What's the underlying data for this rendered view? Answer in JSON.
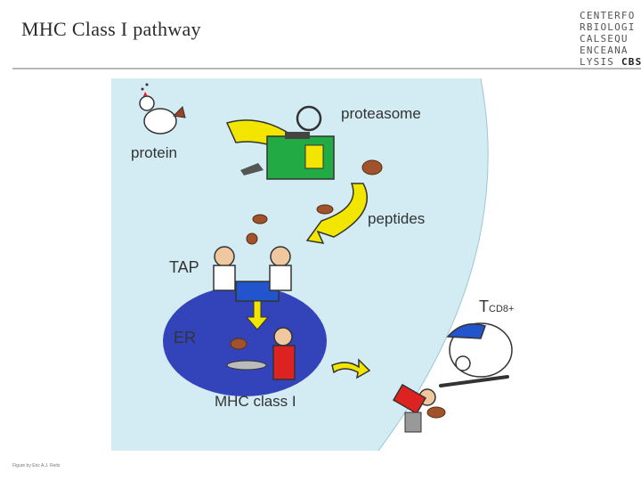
{
  "slide": {
    "title": "MHC Class I pathway",
    "credit": "Figure by Eric A.J. Reits"
  },
  "logo": {
    "rows": [
      "CENTERFO",
      "RBIOLOGI",
      "CALSEQU",
      "ENCEANA",
      "LYSIS"
    ],
    "abbreviation": "CBS"
  },
  "diagram": {
    "labels": {
      "proteasome": "proteasome",
      "protein": "protein",
      "peptides": "peptides",
      "tap": "TAP",
      "er": "ER",
      "mhc": "MHC class I",
      "t_main": "T",
      "t_sub": "CD8+"
    },
    "colors": {
      "cytoplasm": "#d3ecf3",
      "extracellular": "#ffffff",
      "er": "#3344bb",
      "arrow": "#f2e600",
      "proteasome_box": "#22aa44"
    }
  }
}
